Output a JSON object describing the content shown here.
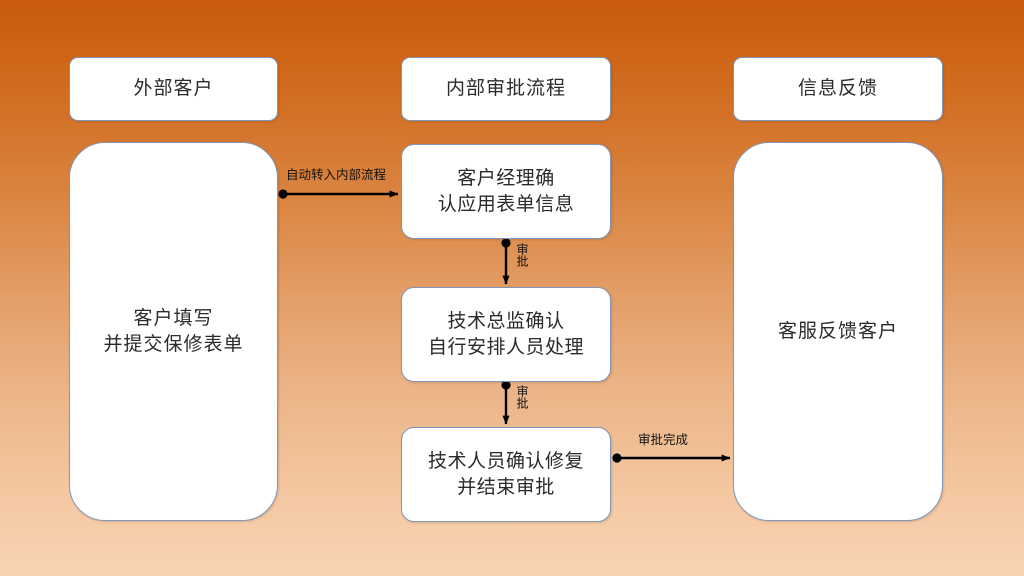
{
  "slide": {
    "background_top_color": "#c85b0e",
    "background_bottom_color": "#f9d4b3",
    "box_fill_color": "#ffffff",
    "box_border_color": "#8196b8",
    "connector_color": "#000000"
  },
  "columns": {
    "left": {
      "header": "外部客户",
      "body": "客户填写\n并提交保修表单"
    },
    "middle": {
      "header": "内部审批流程",
      "steps": [
        {
          "text": "客户经理确\n认应用表单信息"
        },
        {
          "text": "技术总监确认\n自行安排人员处理"
        },
        {
          "text": "技术人员确认修复\n并结束审批"
        }
      ]
    },
    "right": {
      "header": "信息反馈",
      "body": "客服反馈客户"
    }
  },
  "connectors": [
    {
      "id": "auto-transfer",
      "label": "自动转入内部流程",
      "from": "客户填写并提交保修表单",
      "to": "客户经理确认应用表单信息",
      "direction": "right"
    },
    {
      "id": "approve-1",
      "label": "审批",
      "from": "客户经理确认应用表单信息",
      "to": "技术总监确认自行安排人员处理",
      "direction": "down"
    },
    {
      "id": "approve-2",
      "label": "审批",
      "from": "技术总监确认自行安排人员处理",
      "to": "技术人员确认修复并结束审批",
      "direction": "down"
    },
    {
      "id": "approve-done",
      "label": "审批完成",
      "from": "技术人员确认修复并结束审批",
      "to": "客服反馈客户",
      "direction": "right"
    }
  ]
}
